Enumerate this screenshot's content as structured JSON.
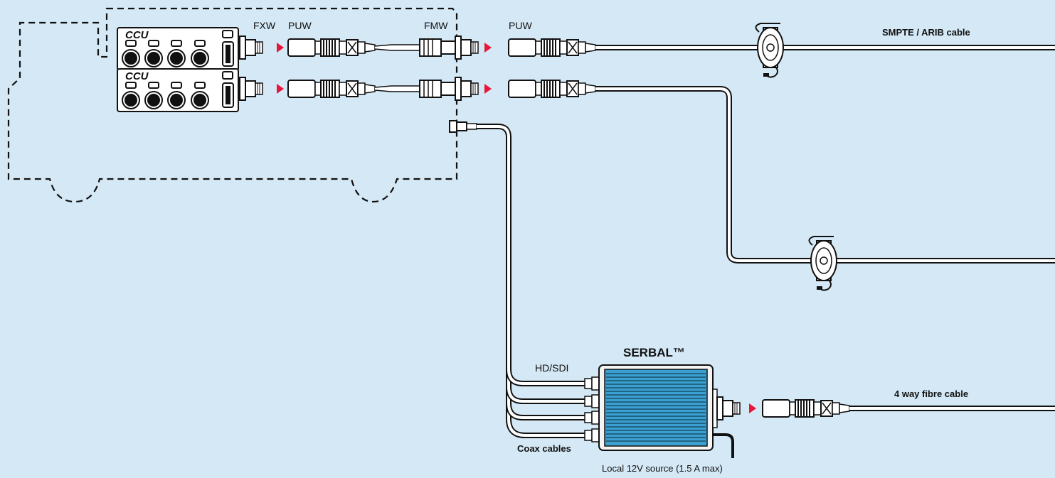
{
  "labels": {
    "ccu": "CCU",
    "fxw": "FXW",
    "puw": "PUW",
    "fmw": "FMW",
    "smpte_cable": "SMPTE / ARIB cable",
    "hdsdi": "HD/SDI",
    "serbal": "SERBAL™",
    "fibre_cable": "4 way fibre cable",
    "coax": "Coax cables",
    "power": "Local 12V source (1.5 A max)"
  },
  "colors": {
    "background": "#d4e8f5",
    "arrow": "#e8173a",
    "serbal_body": "#3aa0cf",
    "line": "#111111"
  }
}
